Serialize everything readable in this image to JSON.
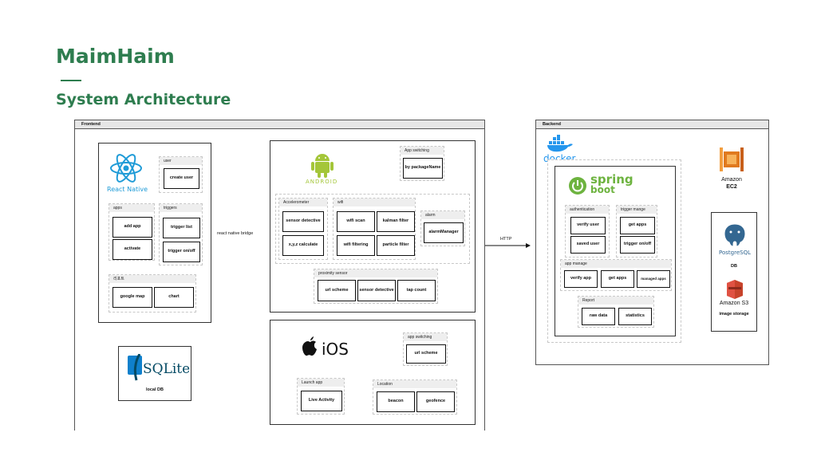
{
  "header": {
    "title": "MaimHaim",
    "subtitle": "System Architecture"
  },
  "frontend": {
    "label": "Frontend",
    "react_native": {
      "logo_text": "React Native",
      "user": {
        "label": "user",
        "buttons": [
          "create user"
        ]
      },
      "apps": {
        "label": "apps",
        "buttons": [
          "add app",
          "activate"
        ]
      },
      "triggers": {
        "label": "triggers",
        "buttons": [
          "trigger list",
          "trigger on/off"
        ]
      },
      "stats": {
        "label": "리포트",
        "buttons": [
          "google map",
          "chart"
        ]
      }
    },
    "bridge_label": "react native bridge",
    "sqlite": {
      "logo_text": "SQLite",
      "label": "local DB"
    },
    "android": {
      "logo_text": "ANDROID",
      "app_switching": {
        "label": "App switching",
        "buttons": [
          "by packageName"
        ]
      },
      "accelerometer": {
        "label": "Accelerometer",
        "buttons": [
          "sensor detective",
          "x,y,z calculate"
        ]
      },
      "wifi": {
        "label": "wifi",
        "buttons": [
          "wifi scan",
          "kalman filter",
          "wifi filtering",
          "particle filter"
        ]
      },
      "alarm": {
        "label": "alarm",
        "buttons": [
          "alarmManager"
        ]
      },
      "proximity": {
        "label": "proximity sensor",
        "buttons": [
          "url scheme",
          "sensor detective",
          "tap count"
        ]
      }
    },
    "ios": {
      "logo_text": "iOS",
      "app_switching": {
        "label": "app switching",
        "buttons": [
          "url scheme"
        ]
      },
      "launch": {
        "label": "Launch app",
        "buttons": [
          "Live Activity"
        ]
      },
      "location": {
        "label": "Location",
        "buttons": [
          "beacon",
          "geofence"
        ]
      }
    }
  },
  "http_label": "HTTP",
  "backend": {
    "label": "Backend",
    "docker_text": "docker",
    "spring": {
      "logo_top": "spring",
      "logo_bottom": "boot"
    },
    "authentication": {
      "label": "authentication",
      "buttons": [
        "verify user",
        "saved user"
      ]
    },
    "trigger_manage": {
      "label": "trigger mange",
      "buttons": [
        "get apps",
        "trigger on/off"
      ]
    },
    "app_manage": {
      "label": "app manage",
      "buttons": [
        "verify app",
        "get apps",
        "managed apps"
      ]
    },
    "report": {
      "label": "Report",
      "buttons": [
        "raw data",
        "statistics"
      ]
    },
    "ec2": {
      "line1": "Amazon",
      "line2": "EC2"
    },
    "postgres": {
      "logo_text": "PostgreSQL",
      "label": "DB"
    },
    "s3": {
      "line1": "Amazon S3",
      "label": "image storage"
    }
  },
  "colors": {
    "title": "#2e7d4f",
    "react": "#1f9bd7",
    "android": "#a4c639",
    "spring": "#6db33f",
    "docker": "#2496ed",
    "sqlite_blue": "#044a64",
    "aws_orange": "#e07a1f",
    "aws_red": "#c7432b",
    "postgres": "#336791"
  }
}
